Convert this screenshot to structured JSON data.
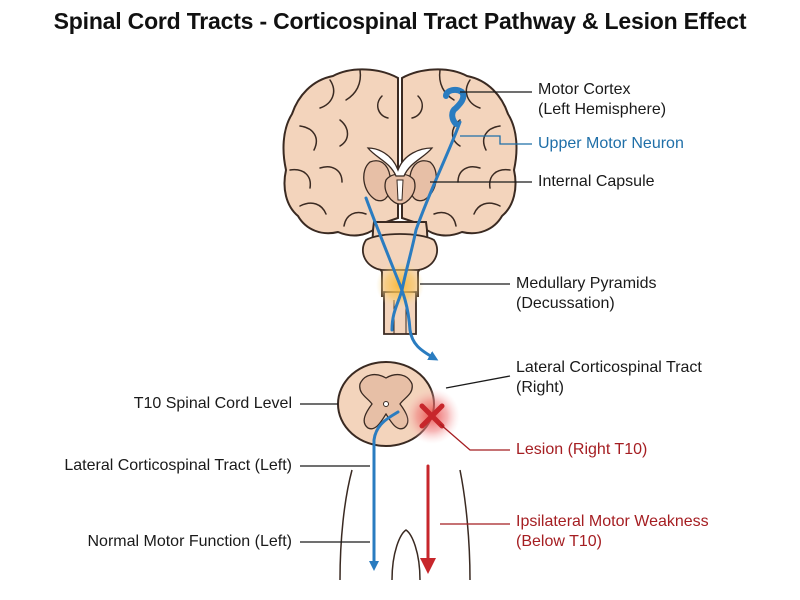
{
  "title": "Spinal Cord Tracts - Corticospinal Tract Pathway & Lesion Effect",
  "labels": {
    "motor_cortex": {
      "line1": "Motor Cortex",
      "line2": "(Left Hemisphere)"
    },
    "upper_motor_neuron": "Upper Motor Neuron",
    "internal_capsule": "Internal Capsule",
    "medullary_pyramids": {
      "line1": "Medullary Pyramids",
      "line2": "(Decussation)"
    },
    "lateral_cst_right": {
      "line1": "Lateral Corticospinal Tract",
      "line2": "(Right)"
    },
    "lesion": "Lesion (Right T10)",
    "ipsilateral_weakness": {
      "line1": "Ipsilateral Motor Weakness",
      "line2": "(Below T10)"
    },
    "t10_level": "T10 Spinal Cord Level",
    "lateral_cst_left": "Lateral Corticospinal Tract (Left)",
    "normal_motor": "Normal Motor Function (Left)"
  },
  "colors": {
    "tract_blue": "#2a7cc0",
    "lesion_red": "#c7262b",
    "tissue": "#f3d4bc",
    "tissue_outline": "#3a2a22",
    "deep_tissue": "#e7bfa6",
    "decussation_glow": "#f7b733",
    "label_blue": "#1f6fa8",
    "label_red": "#a51e22"
  },
  "icons": {
    "lesion_marker": "x-mark-icon",
    "arrow": "arrow-down-icon"
  }
}
